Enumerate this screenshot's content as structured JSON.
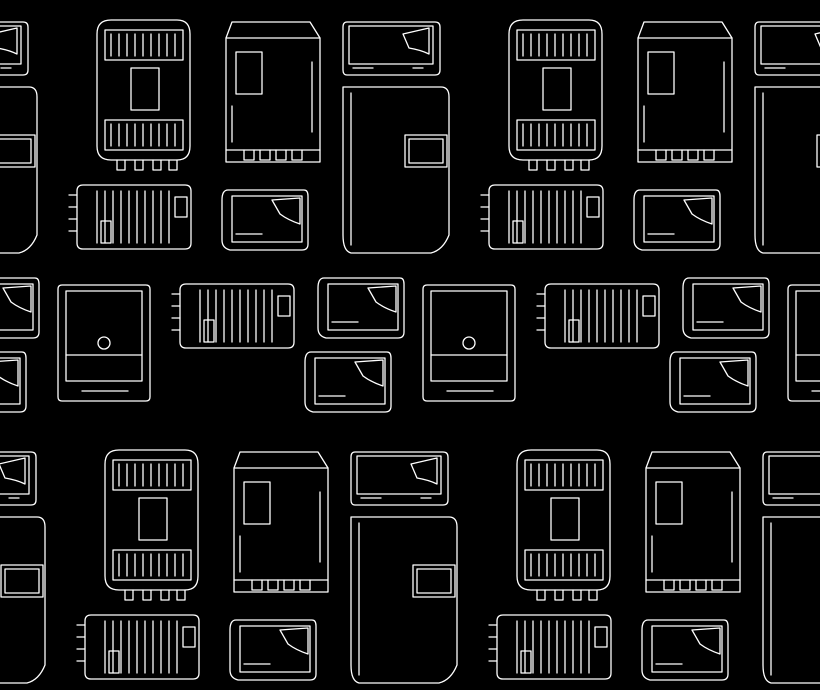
{
  "background_color": "#000000",
  "line_color": "#ffffff",
  "pattern": {
    "description_items": [
      "wall-ac-unit",
      "vented-inverter",
      "tabbed-inverter",
      "tall-panel-inverter",
      "ribbed-box-inverter",
      "compact-inverter",
      "round-port-inverter"
    ]
  }
}
